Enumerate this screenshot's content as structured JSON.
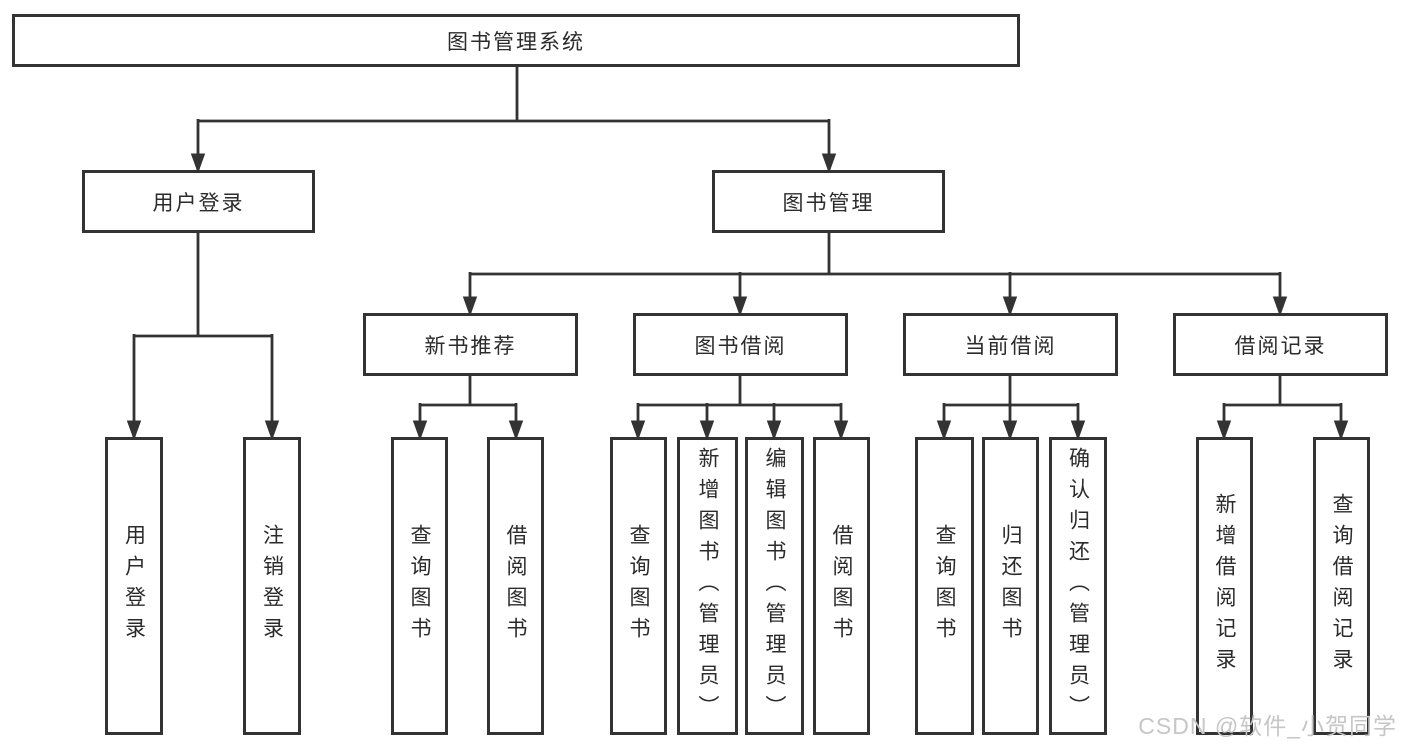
{
  "colors": {
    "line": "#333333",
    "text": "#2b2b2b",
    "box_bg": "#ffffff",
    "watermark": "#c6c6c6"
  },
  "tree": {
    "root": {
      "label": "图书管理系统"
    },
    "level2": [
      {
        "label": "用户登录"
      },
      {
        "label": "图书管理"
      }
    ],
    "level3": [
      {
        "label": "新书推荐"
      },
      {
        "label": "图书借阅"
      },
      {
        "label": "当前借阅"
      },
      {
        "label": "借阅记录"
      }
    ],
    "leaves": {
      "user_login": [
        {
          "label": "用户登录"
        },
        {
          "label": "注销登录"
        }
      ],
      "new_book_recommend": [
        {
          "label": "查询图书"
        },
        {
          "label": "借阅图书"
        }
      ],
      "book_borrowing": [
        {
          "label": "查询图书"
        },
        {
          "label": "新增图书（管理员）"
        },
        {
          "label": "编辑图书（管理员）"
        },
        {
          "label": "借阅图书"
        }
      ],
      "current_borrowing": [
        {
          "label": "查询图书"
        },
        {
          "label": "归还图书"
        },
        {
          "label": "确认归还（管理员）"
        }
      ],
      "borrowing_records": [
        {
          "label": "新增借阅记录"
        },
        {
          "label": "查询借阅记录"
        }
      ]
    }
  },
  "watermark": {
    "label": "CSDN @软件_小贺同学"
  }
}
